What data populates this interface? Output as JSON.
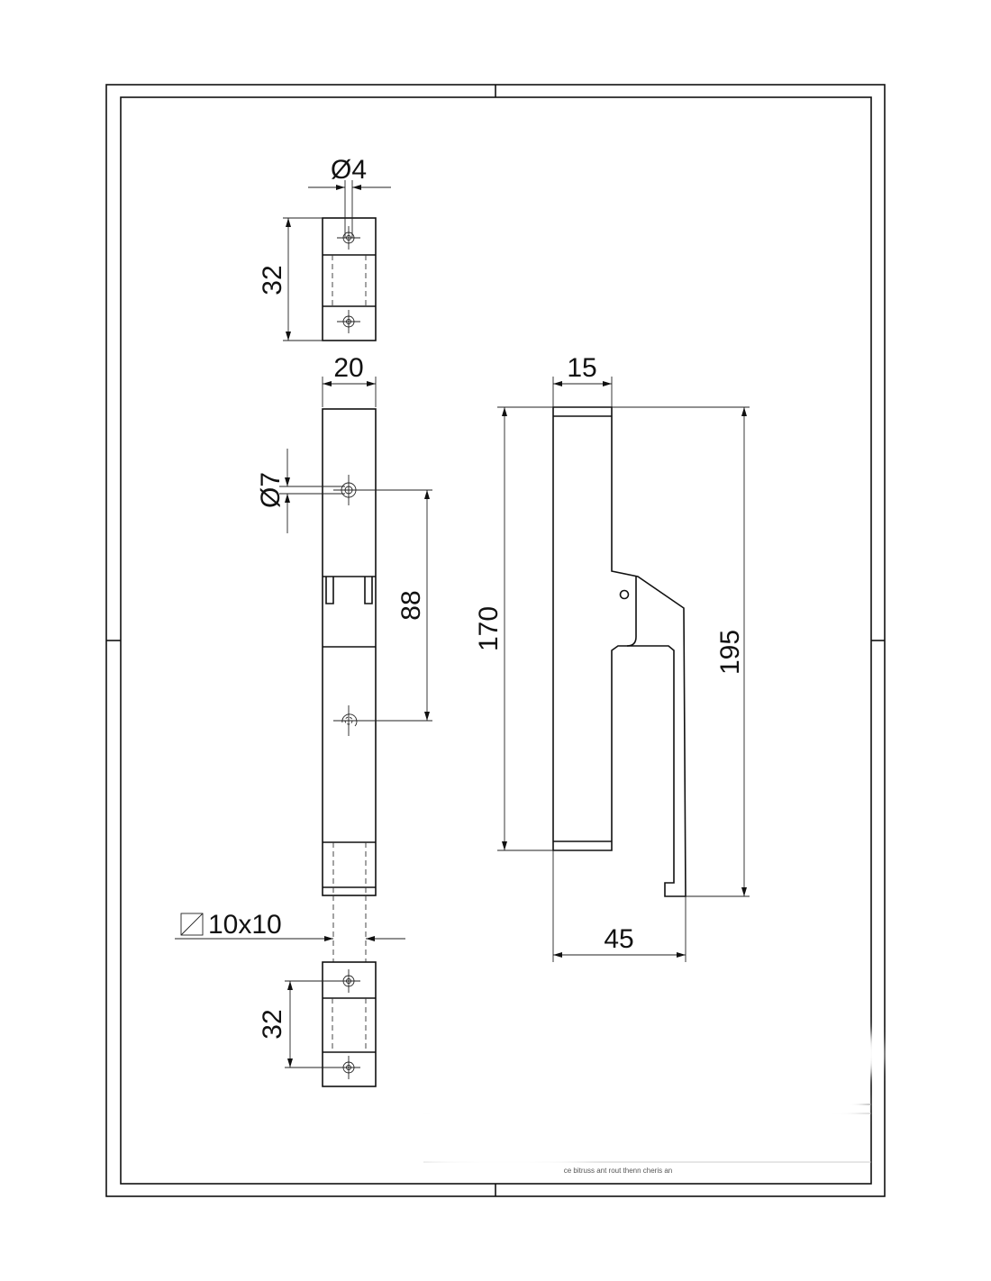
{
  "dimensions": {
    "top_bracket_hole": "Ø4",
    "top_bracket_height": "32",
    "rod_width": "20",
    "rod_hole": "Ø7",
    "hole_spacing": "88",
    "square_section": "10x10",
    "bottom_bracket_height": "32",
    "handle_width": "15",
    "handle_height": "170",
    "handle_total_height": "195",
    "handle_depth": "45"
  },
  "title_block": {
    "note": "ce bitruss ant rout thenn cheris an"
  }
}
